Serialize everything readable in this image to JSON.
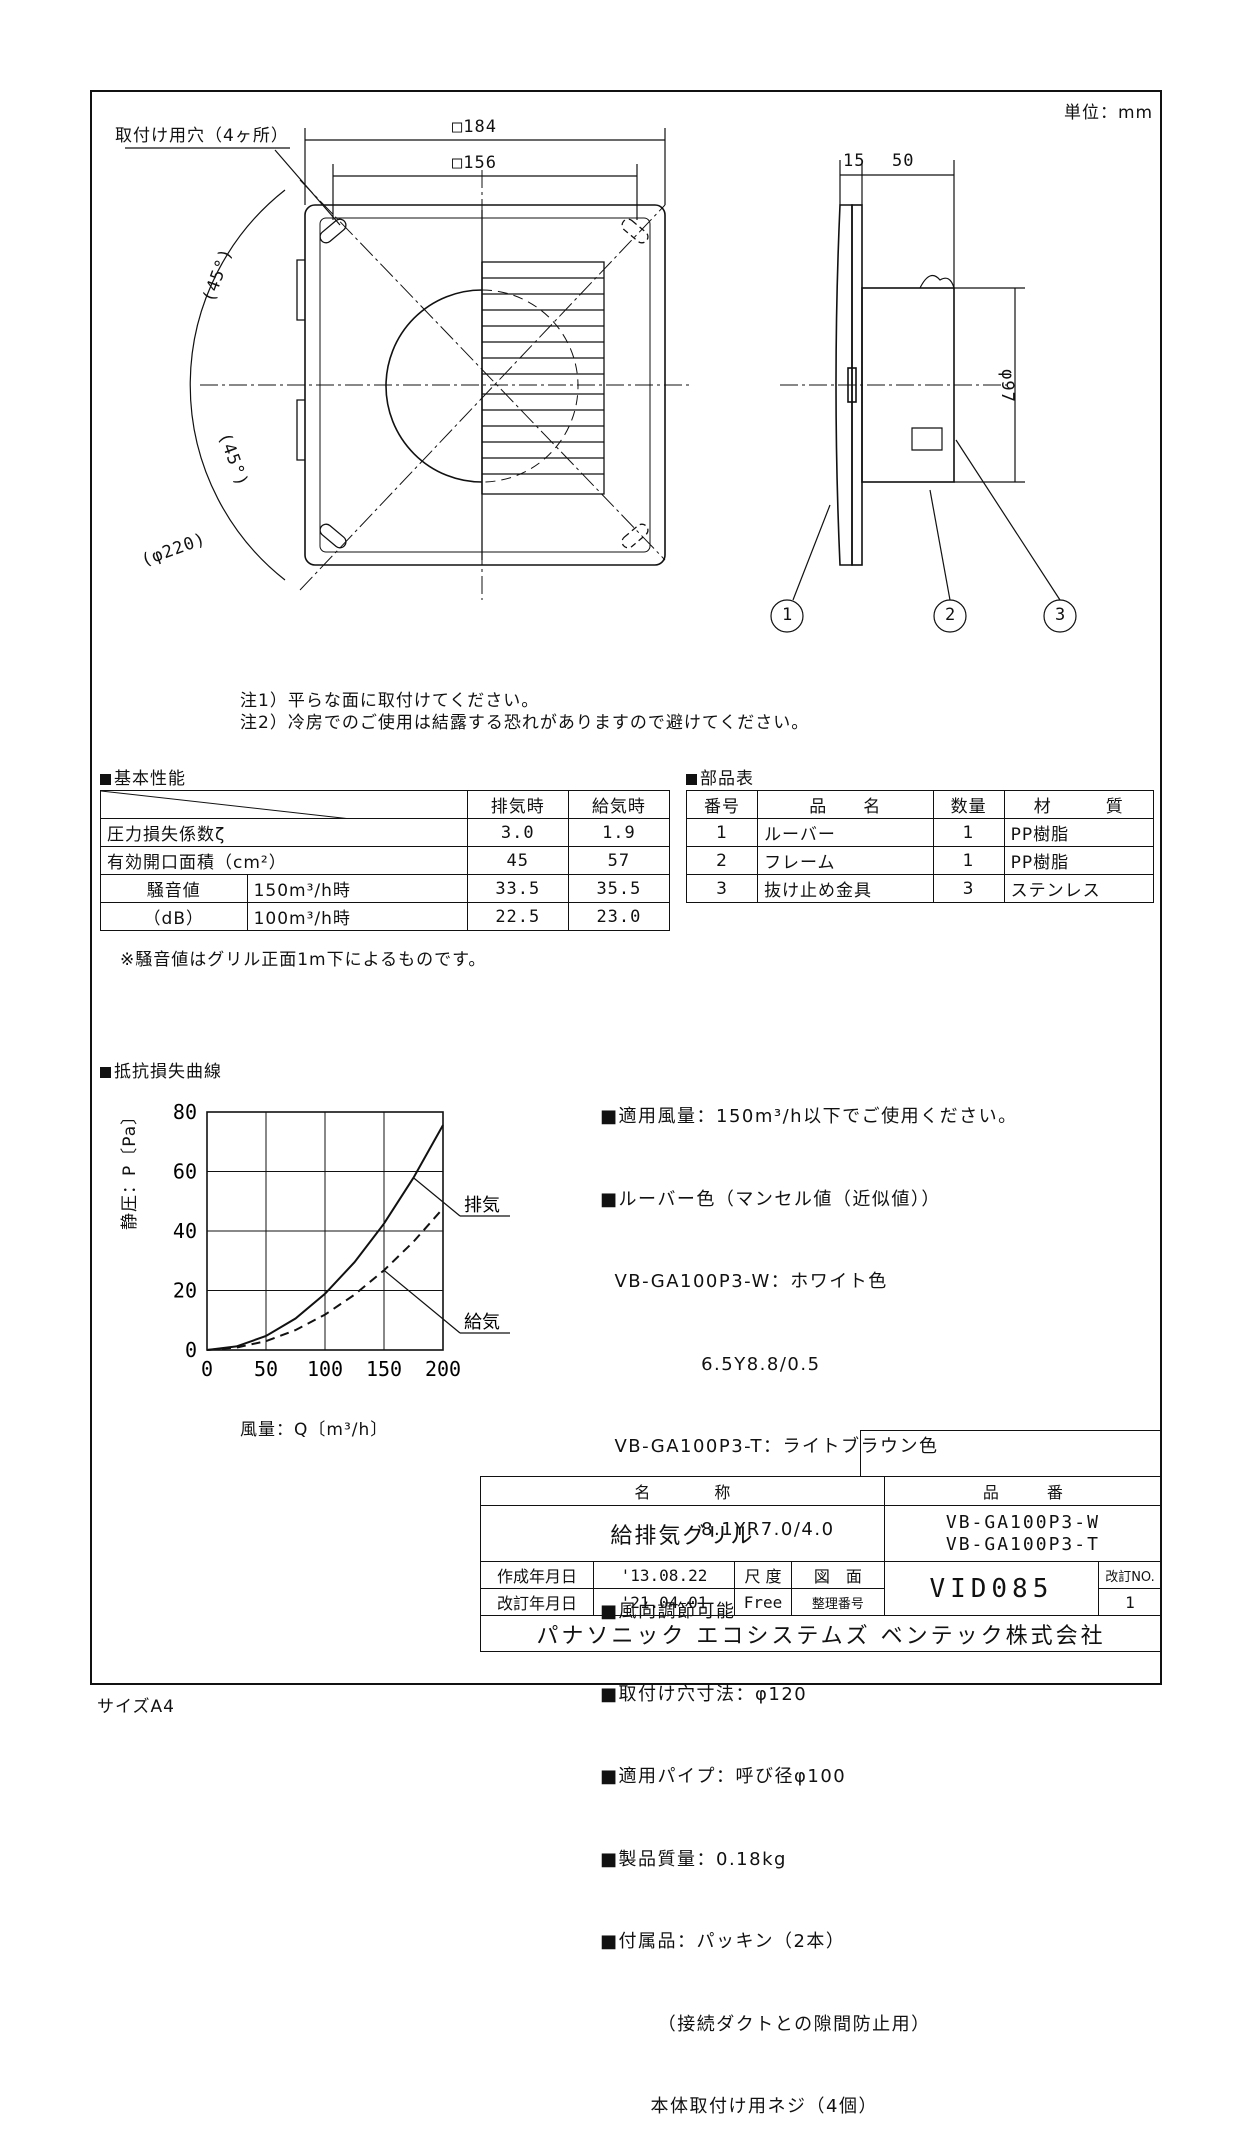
{
  "unit_label": "単位：mm",
  "size_label": "サイズA4",
  "front_view": {
    "mount_hole_label": "取付け用穴（4ヶ所）",
    "dim_outer": "□184",
    "dim_inner": "□156",
    "angle_upper": "(45°)",
    "angle_lower": "(45°)",
    "diameter": "(φ220)"
  },
  "side_view": {
    "dim_a": "15",
    "dim_b": "50",
    "diameter": "φ97",
    "callouts": [
      "1",
      "2",
      "3"
    ]
  },
  "notes": [
    "注1）平らな面に取付けてください。",
    "注2）冷房でのご使用は結露する恐れがありますので避けてください。"
  ],
  "performance": {
    "section_title": "基本性能",
    "headers": [
      "排気時",
      "給気時"
    ],
    "rows": [
      {
        "label": "圧力損失係数ζ",
        "exhaust": "3.0",
        "supply": "1.9"
      },
      {
        "label": "有効開口面積（cm²）",
        "exhaust": "45",
        "supply": "57"
      }
    ],
    "noise_label_1": "騒音値",
    "noise_label_2": "（dB）",
    "noise_rows": [
      {
        "flow": "150m³/h時",
        "exhaust": "33.5",
        "supply": "35.5"
      },
      {
        "flow": "100m³/h時",
        "exhaust": "22.5",
        "supply": "23.0"
      }
    ],
    "footnote": "※騒音値はグリル正面1m下によるものです。"
  },
  "parts": {
    "section_title": "部品表",
    "headers": [
      "番号",
      "品　　名",
      "数量",
      "材　　　質"
    ],
    "rows": [
      {
        "no": "1",
        "name": "ルーバー",
        "qty": "1",
        "material": "PP樹脂"
      },
      {
        "no": "2",
        "name": "フレーム",
        "qty": "1",
        "material": "PP樹脂"
      },
      {
        "no": "3",
        "name": "抜け止め金具",
        "qty": "3",
        "material": "ステンレス"
      }
    ]
  },
  "chart_title": "抵抗損失曲線",
  "chart_data": {
    "type": "line",
    "xlabel": "風量：Q〔m³/h〕",
    "ylabel": "静圧：P〔Pa〕",
    "xlim": [
      0,
      200
    ],
    "ylim": [
      0,
      80
    ],
    "x_ticks": [
      "0",
      "50",
      "100",
      "150",
      "200"
    ],
    "y_ticks": [
      "0",
      "20",
      "40",
      "60",
      "80"
    ],
    "grid": true,
    "series": [
      {
        "name": "排気",
        "style": "solid",
        "x": [
          0,
          25,
          50,
          75,
          100,
          125,
          150,
          175,
          200
        ],
        "y": [
          0,
          1.2,
          4.7,
          10.6,
          18.9,
          29.5,
          42.5,
          57.9,
          75.6
        ]
      },
      {
        "name": "給気",
        "style": "dashed",
        "x": [
          0,
          25,
          50,
          75,
          100,
          125,
          150,
          175,
          200
        ],
        "y": [
          0,
          0.8,
          3.0,
          6.7,
          11.9,
          18.6,
          26.8,
          36.4,
          47.6
        ]
      }
    ]
  },
  "specs": [
    "■適用風量：150m³/h以下でご使用ください。",
    "■ルーバー色（マンセル値（近似値））",
    "  VB-GA100P3-W：ホワイト色",
    "              6.5Y8.8/0.5",
    "  VB-GA100P3-T：ライトブラウン色",
    "              8.1YR7.0/4.0",
    "■風向調節可能",
    "■取付け穴寸法：φ120",
    "■適用パイプ：呼び径φ100",
    "■製品質量：0.18kg",
    "■付属品：パッキン（2本）",
    "        （接続ダクトとの隙間防止用）",
    "       本体取付け用ネジ（4個）"
  ],
  "title_block": {
    "name_header": "名　　　　称",
    "number_header": "品　　　番",
    "product_name": "給排気グリル",
    "models": [
      "VB-GA100P3-W",
      "VB-GA100P3-T"
    ],
    "created_label": "作成年月日",
    "created_date": "'13.08.22",
    "revised_label": "改訂年月日",
    "revised_date": "'21.04.01",
    "scale_label": "尺 度",
    "scale_value": "Free",
    "drawing_label": "図　面",
    "ref_label": "整理番号",
    "drawing_number": "VID085",
    "rev_label": "改訂NO.",
    "rev_value": "1",
    "company": "パナソニック エコシステムズ ベンテック株式会社"
  }
}
